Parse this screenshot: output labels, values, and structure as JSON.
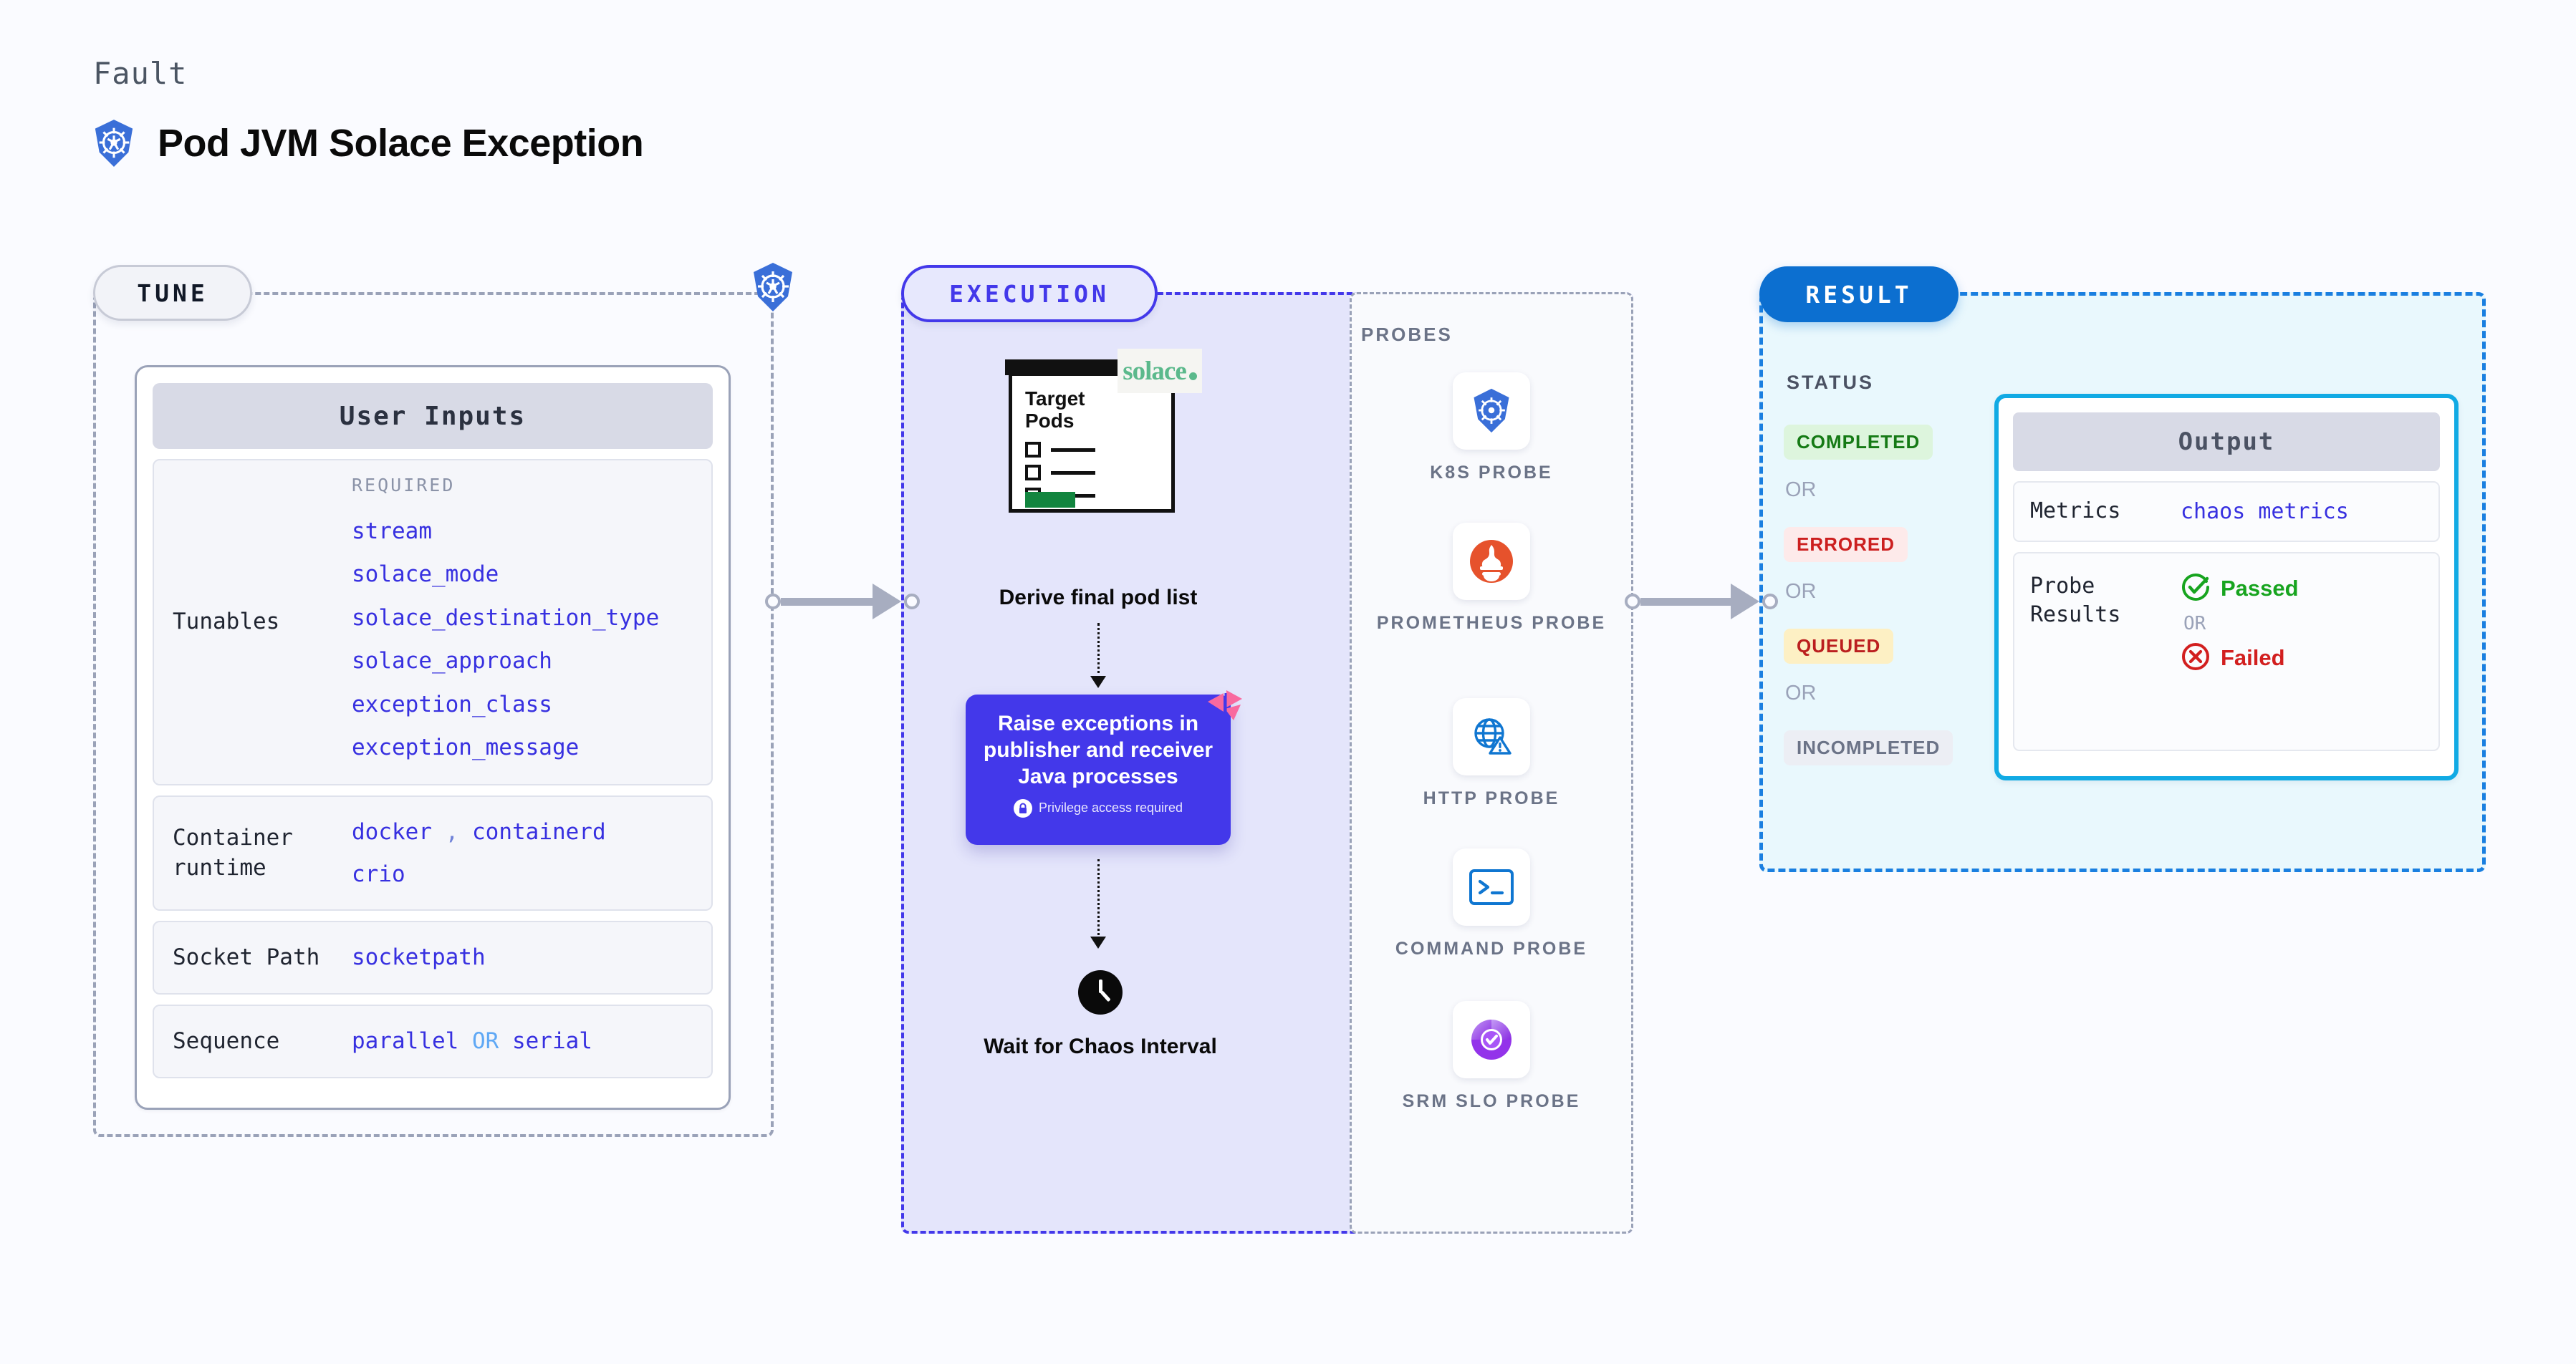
{
  "header": {
    "eyebrow": "Fault",
    "title": "Pod JVM Solace Exception",
    "logo_icon": "kubernetes-icon"
  },
  "stages": {
    "tune": {
      "label": "TUNE"
    },
    "execution": {
      "label": "EXECUTION"
    },
    "result": {
      "label": "RESULT"
    }
  },
  "tune": {
    "card_title": "User Inputs",
    "required_label": "REQUIRED",
    "rows": [
      {
        "label": "Tunables",
        "values": [
          "stream",
          "solace_mode",
          "solace_destination_type",
          "solace_approach",
          "exception_class",
          "exception_message"
        ]
      },
      {
        "label": "Container runtime",
        "line1_a": "docker",
        "line1_sep": ",",
        "line1_b": "containerd",
        "line2": "crio"
      },
      {
        "label": "Socket Path",
        "value": "socketpath"
      },
      {
        "label": "Sequence",
        "value_a": "parallel",
        "value_or": "OR",
        "value_b": "serial"
      }
    ]
  },
  "execution": {
    "pod_card": {
      "title_line1": "Target",
      "title_line2": "Pods",
      "vendor_logo": "solace-logo",
      "vendor_name": "solace"
    },
    "step1_caption": "Derive final pod list",
    "action_card": {
      "text": "Raise exceptions in publisher and receiver Java processes",
      "privilege_note": "Privilege access required",
      "lock_icon": "lock-icon",
      "ribbon_icon": "chaos-ribbon-icon",
      "color": "#4338ea"
    },
    "step3_caption": "Wait for Chaos Interval",
    "clock_icon": "clock-icon"
  },
  "probes": {
    "title": "PROBES",
    "items": [
      {
        "label": "K8S PROBE",
        "icon": "kubernetes-icon"
      },
      {
        "label": "PROMETHEUS PROBE",
        "icon": "prometheus-icon"
      },
      {
        "label": "HTTP PROBE",
        "icon": "globe-warning-icon"
      },
      {
        "label": "COMMAND PROBE",
        "icon": "terminal-icon"
      },
      {
        "label": "SRM SLO PROBE",
        "icon": "srm-slo-icon"
      }
    ]
  },
  "result": {
    "status_title": "STATUS",
    "or_label": "OR",
    "statuses": [
      {
        "label": "COMPLETED",
        "bg": "#ddf5dd",
        "fg": "#157a15"
      },
      {
        "label": "ERRORED",
        "bg": "#fdeaea",
        "fg": "#cc1f1f"
      },
      {
        "label": "QUEUED",
        "bg": "#fdf0c4",
        "fg": "#bb1f1f"
      },
      {
        "label": "INCOMPLETED",
        "bg": "#eceef4",
        "fg": "#6b7387"
      }
    ],
    "output": {
      "title": "Output",
      "metrics_label": "Metrics",
      "metrics_value": "chaos metrics",
      "probe_results_label": "Probe Results",
      "passed_label": "Passed",
      "failed_label": "Failed",
      "or_label": "OR",
      "pass_icon": "check-circle-icon",
      "fail_icon": "x-circle-icon"
    }
  },
  "colors": {
    "accent_indigo": "#4338ea",
    "accent_blue": "#0c6fd0",
    "accent_cyan": "#11aae4",
    "page_bg": "#fafbff"
  }
}
